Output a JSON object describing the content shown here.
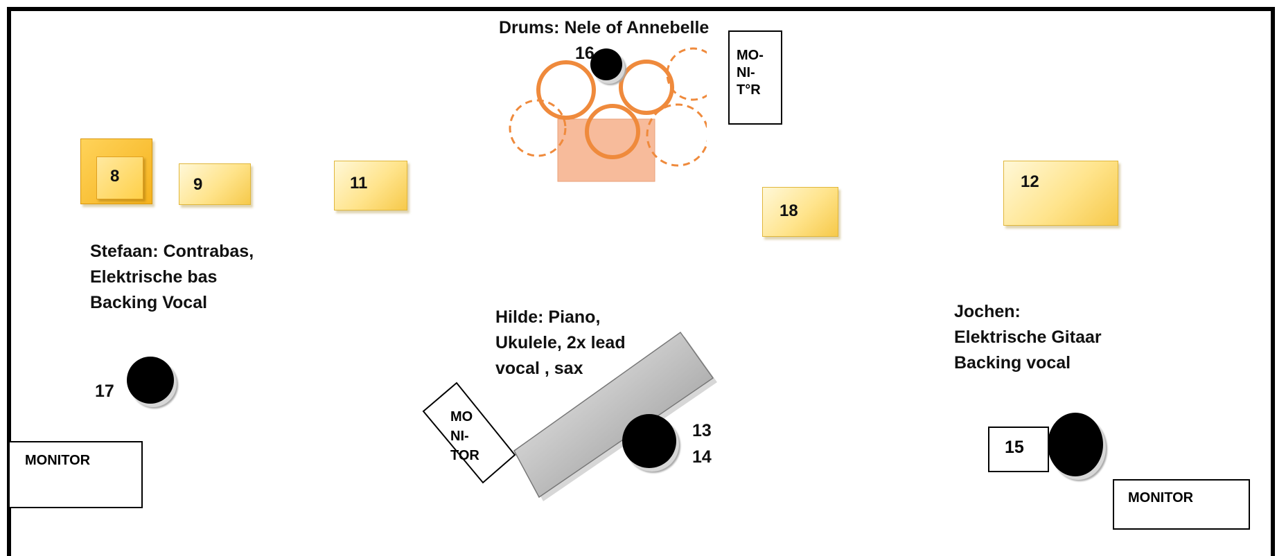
{
  "labels": {
    "drums": "Drums: Nele of Annebelle",
    "stefaan": [
      "Stefaan: Contrabas,",
      "Elektrische bas",
      "Backing Vocal"
    ],
    "hilde": [
      "Hilde: Piano,",
      "Ukulele, 2x lead",
      "vocal , sax"
    ],
    "jochen": [
      "Jochen:",
      "Elektrische Gitaar",
      "Backing vocal"
    ]
  },
  "amps": [
    "8",
    "9",
    "11",
    "18",
    "12"
  ],
  "mics": {
    "drums": "16",
    "stefaan": "17",
    "hilde": [
      "13",
      "14"
    ],
    "jochen": "15"
  },
  "monitors": {
    "drums": [
      "MO-",
      "NI-",
      "T°R"
    ],
    "left": "MONITOR",
    "piano": [
      "MO",
      "NI-",
      "TOR"
    ],
    "right": "MONITOR"
  },
  "colors": {
    "drum_kit": "#ef8a3c",
    "amp": "#ffe48c",
    "piano": "#d0d0d0"
  }
}
